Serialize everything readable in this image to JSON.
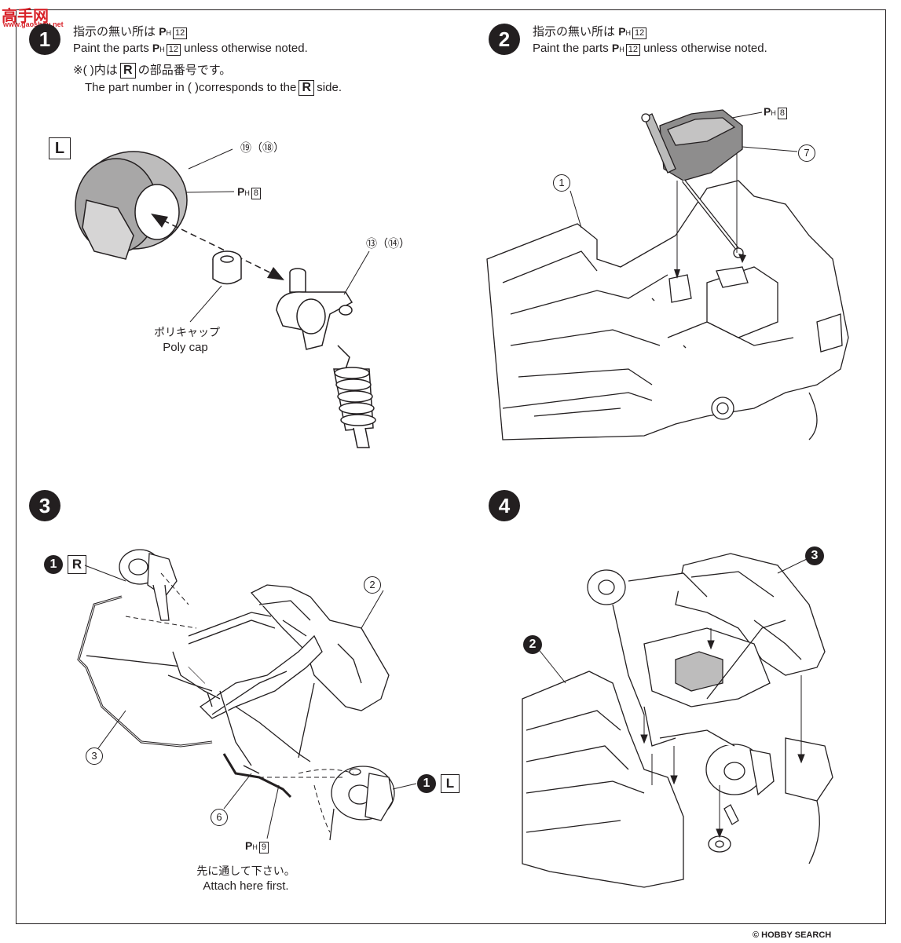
{
  "watermark": {
    "top_left": "高手网",
    "top_left_sub": "www.gaoshou.net",
    "bottom_right": "HOBBY SEARCH",
    "bottom_right_prefix": "©"
  },
  "step1": {
    "number": "1",
    "line1_jp": "指示の無い所は",
    "paint_code": "12",
    "line2_pre": "Paint the parts",
    "line2_post": "unless otherwise noted.",
    "line3_jp_pre": "※(     )内は",
    "line3_side": "R",
    "line3_jp_post": "の部品番号です。",
    "line4_pre": "The part number in (     )corresponds to the",
    "line4_post": "side.",
    "side_label": "L",
    "part_disc": "⑲（⑱）",
    "part_disc_paint": "8",
    "part_knuckle": "⑬（⑭）",
    "polycap_jp": "ポリキャップ",
    "polycap_en": "Poly cap"
  },
  "step2": {
    "number": "2",
    "line1_jp": "指示の無い所は",
    "paint_code": "12",
    "line2_pre": "Paint the parts",
    "line2_post": "unless otherwise noted.",
    "part_gearbox_paint": "8",
    "part_gearbox": "7",
    "part_chassis": "1"
  },
  "step3": {
    "number": "3",
    "ref_r_step": "1",
    "ref_r_side": "R",
    "ref_l_step": "1",
    "ref_l_side": "L",
    "part_frame": "2",
    "part_stabilizer": "3",
    "part_tierod": "6",
    "tierod_paint": "9",
    "note_jp": "先に通して下さい。",
    "note_en": "Attach here first."
  },
  "step4": {
    "number": "4",
    "ref_step3": "3",
    "ref_step2": "2"
  }
}
